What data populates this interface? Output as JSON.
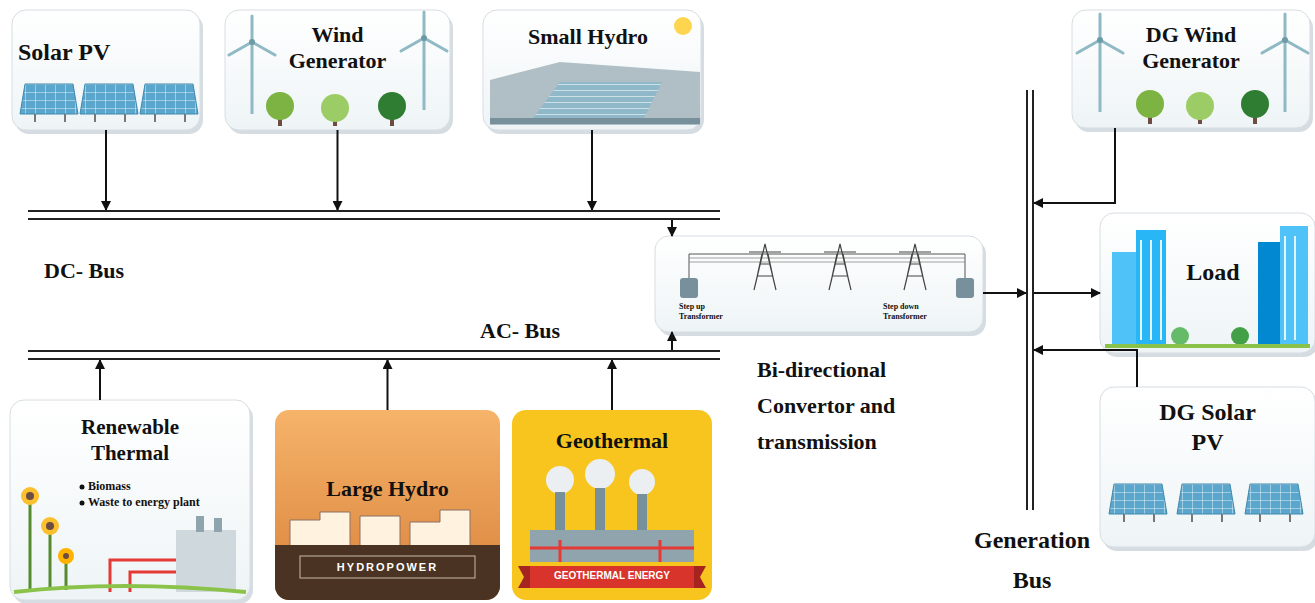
{
  "diagram": {
    "nodes": [
      {
        "text": [
          "Solar PV"
        ]
      },
      {
        "text": [
          "Wind Generator"
        ]
      },
      {
        "text": [
          "Small Hydro"
        ]
      },
      {
        "text": [
          "DG Wind Generator"
        ]
      },
      {
        "text": [
          "DC- Bus"
        ]
      },
      {
        "text": [
          "Step up Transformer",
          "Step down Transformer"
        ]
      },
      {
        "text": [
          "Generation Bus"
        ]
      },
      {
        "text": [
          "Load"
        ]
      },
      {
        "text": [
          "AC- Bus"
        ]
      },
      {
        "text": [
          "DG Solar PV"
        ]
      },
      {
        "text": [
          "Renewable Thermal",
          "Biomass",
          "Waste to energy plant"
        ]
      },
      {
        "text": [
          "Large Hydro",
          "HYDROPOWER"
        ]
      },
      {
        "text": [
          "Geothermal",
          "GEOTHERMAL ENERGY"
        ]
      }
    ],
    "edges": [
      {
        "from": 0,
        "to": 4,
        "arrow": "to"
      },
      {
        "from": 1,
        "to": 4,
        "arrow": "to"
      },
      {
        "from": 2,
        "to": 4,
        "arrow": "to"
      },
      {
        "from": 4,
        "to": 5,
        "arrow": "to"
      },
      {
        "from": 8,
        "to": 5,
        "arrow": "to"
      },
      {
        "from": 5,
        "to": 6,
        "arrow": "to"
      },
      {
        "from": 3,
        "to": 6,
        "arrow": "to"
      },
      {
        "from": 6,
        "to": 7,
        "arrow": "to"
      },
      {
        "from": 9,
        "to": 6,
        "arrow": "to"
      },
      {
        "from": 10,
        "to": 8,
        "arrow": "to"
      },
      {
        "from": 11,
        "to": 8,
        "arrow": "to"
      },
      {
        "from": 12,
        "to": 8,
        "arrow": "to"
      }
    ],
    "labels": [
      "Bi-directional Convertor and transmission"
    ]
  }
}
